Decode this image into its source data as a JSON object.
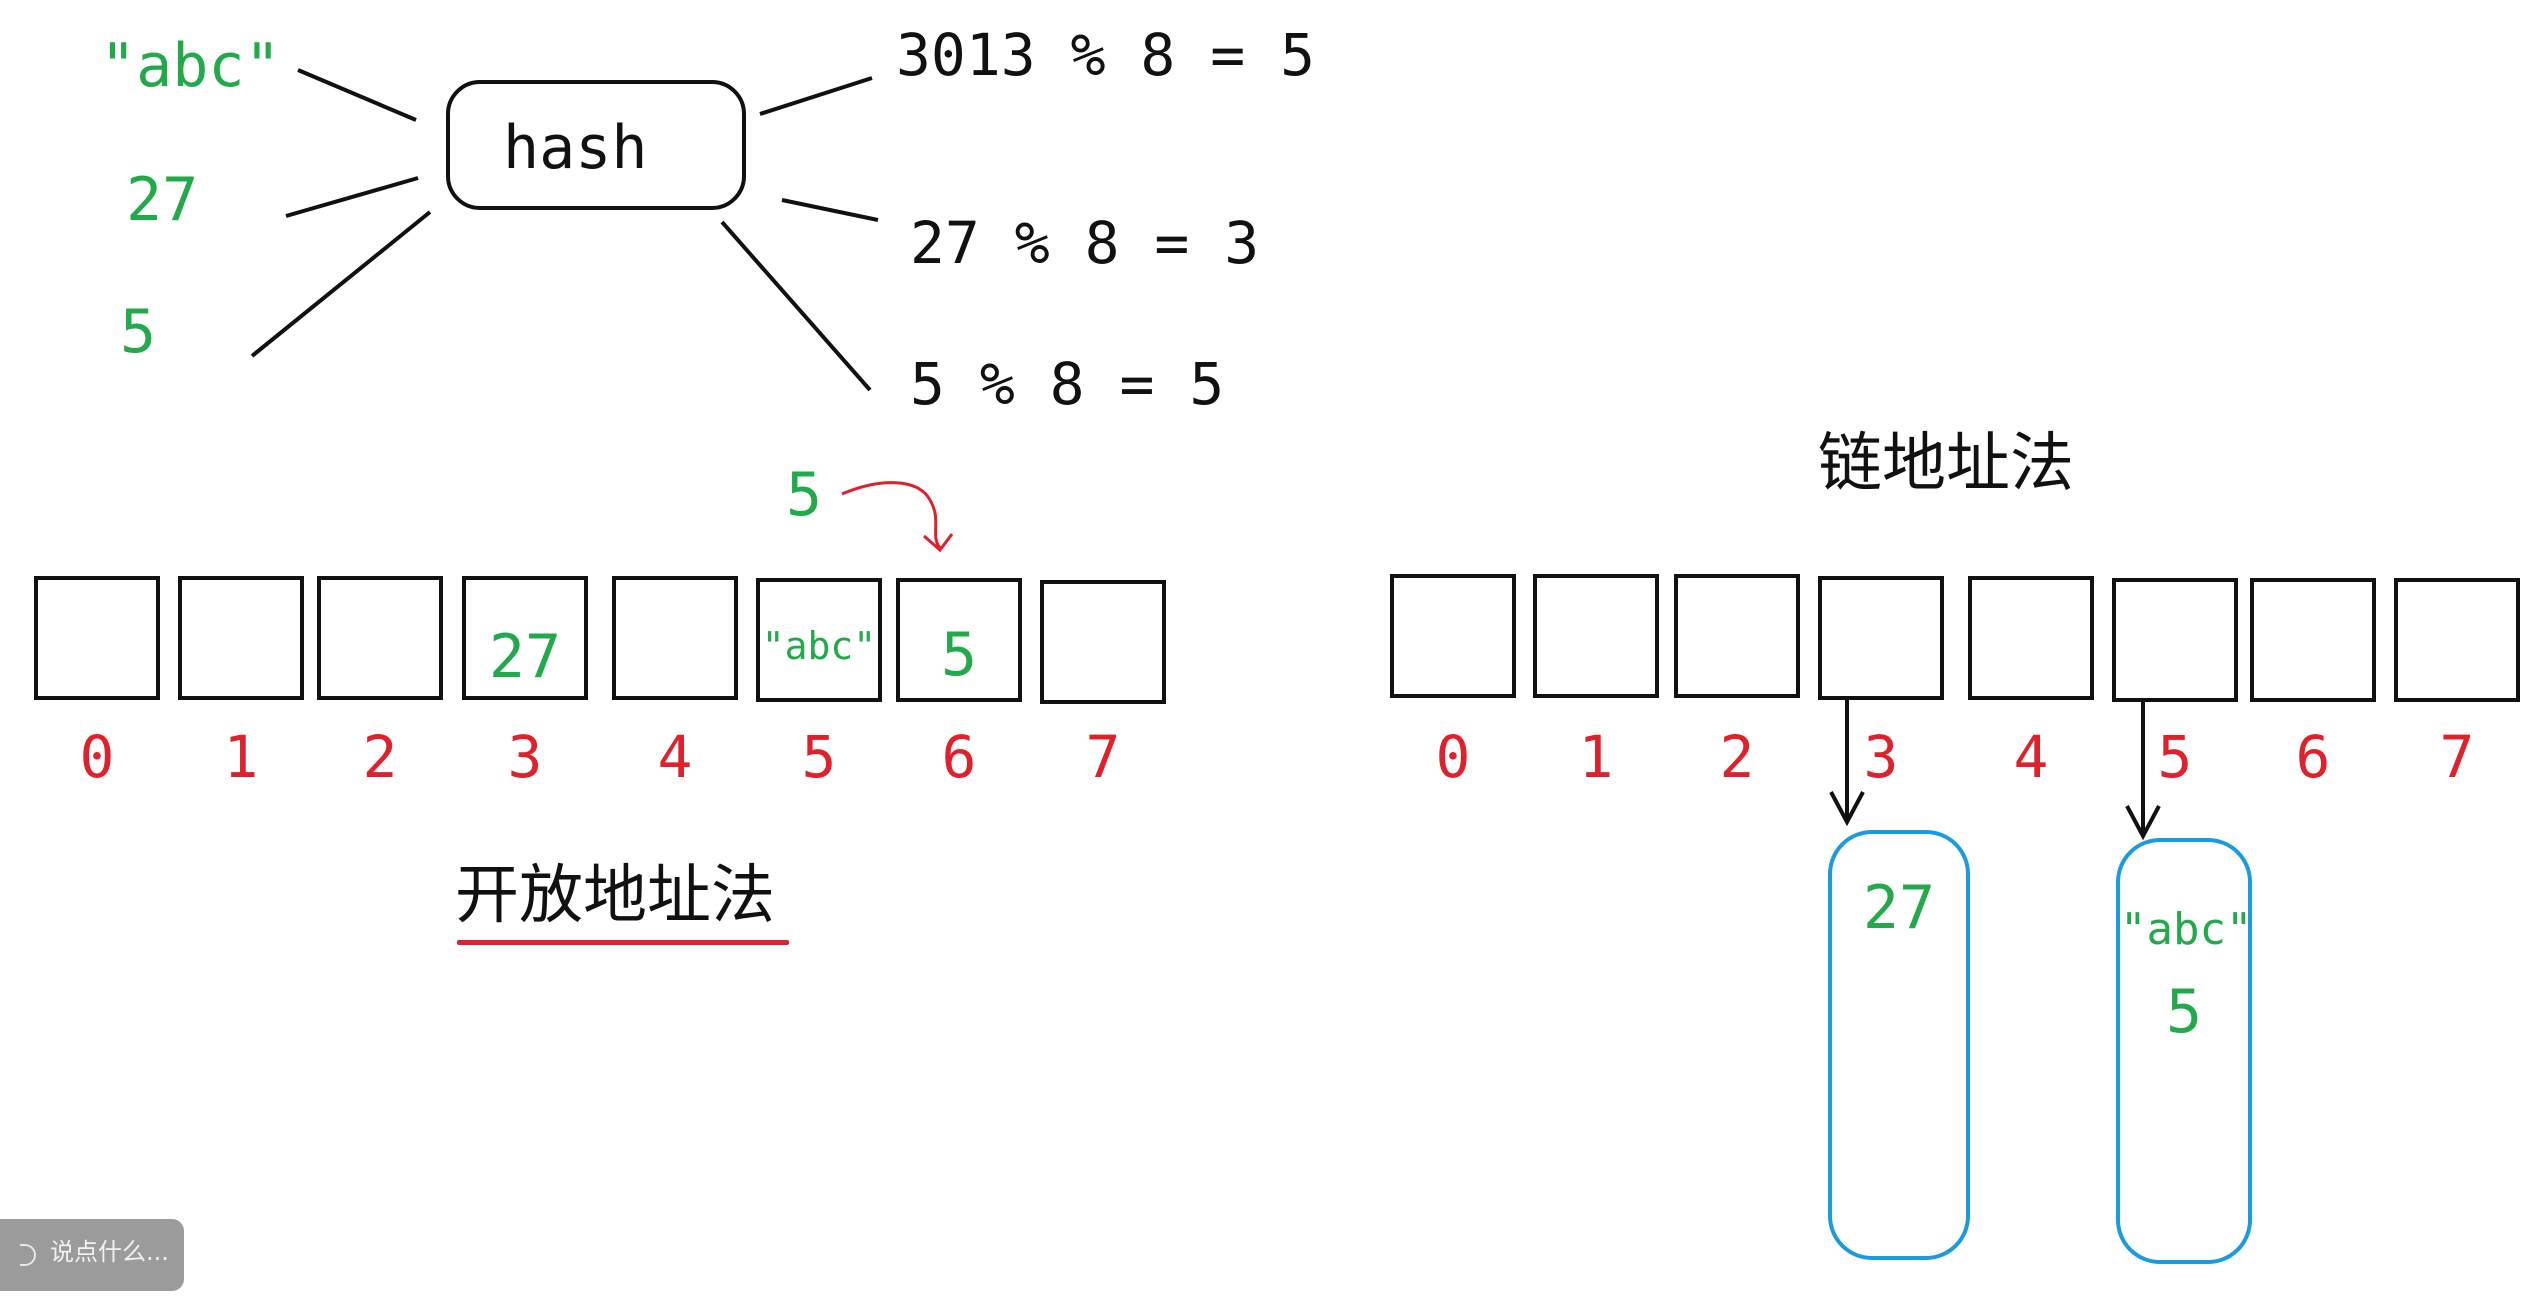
{
  "inputs": {
    "abc": "\"abc\"",
    "n27": "27",
    "n5": "5"
  },
  "hash_label": "hash",
  "equations": {
    "eq1": "3013 % 8 = 5",
    "eq2": "27 % 8 = 3",
    "eq3": "5 % 8 = 5"
  },
  "open_addressing": {
    "title": "开放地址法",
    "probe_value": "5",
    "cells": [
      {
        "index": "0",
        "value": ""
      },
      {
        "index": "1",
        "value": ""
      },
      {
        "index": "2",
        "value": ""
      },
      {
        "index": "3",
        "value": "27"
      },
      {
        "index": "4",
        "value": ""
      },
      {
        "index": "5",
        "value": "\"abc\""
      },
      {
        "index": "6",
        "value": "5"
      },
      {
        "index": "7",
        "value": ""
      }
    ]
  },
  "chaining": {
    "title": "链地址法",
    "cells": [
      {
        "index": "0"
      },
      {
        "index": "1"
      },
      {
        "index": "2"
      },
      {
        "index": "3"
      },
      {
        "index": "4"
      },
      {
        "index": "5"
      },
      {
        "index": "6"
      },
      {
        "index": "7"
      }
    ],
    "chains": [
      {
        "bucket": "3",
        "items": [
          "27"
        ]
      },
      {
        "bucket": "5",
        "items": [
          "\"abc\"",
          "5"
        ]
      }
    ]
  },
  "comment_box": {
    "placeholder": "说点什么..."
  },
  "colors": {
    "key_green": "#22a94a",
    "index_red": "#e0202a",
    "chain_blue": "#1a9be0",
    "ink": "#111111"
  }
}
